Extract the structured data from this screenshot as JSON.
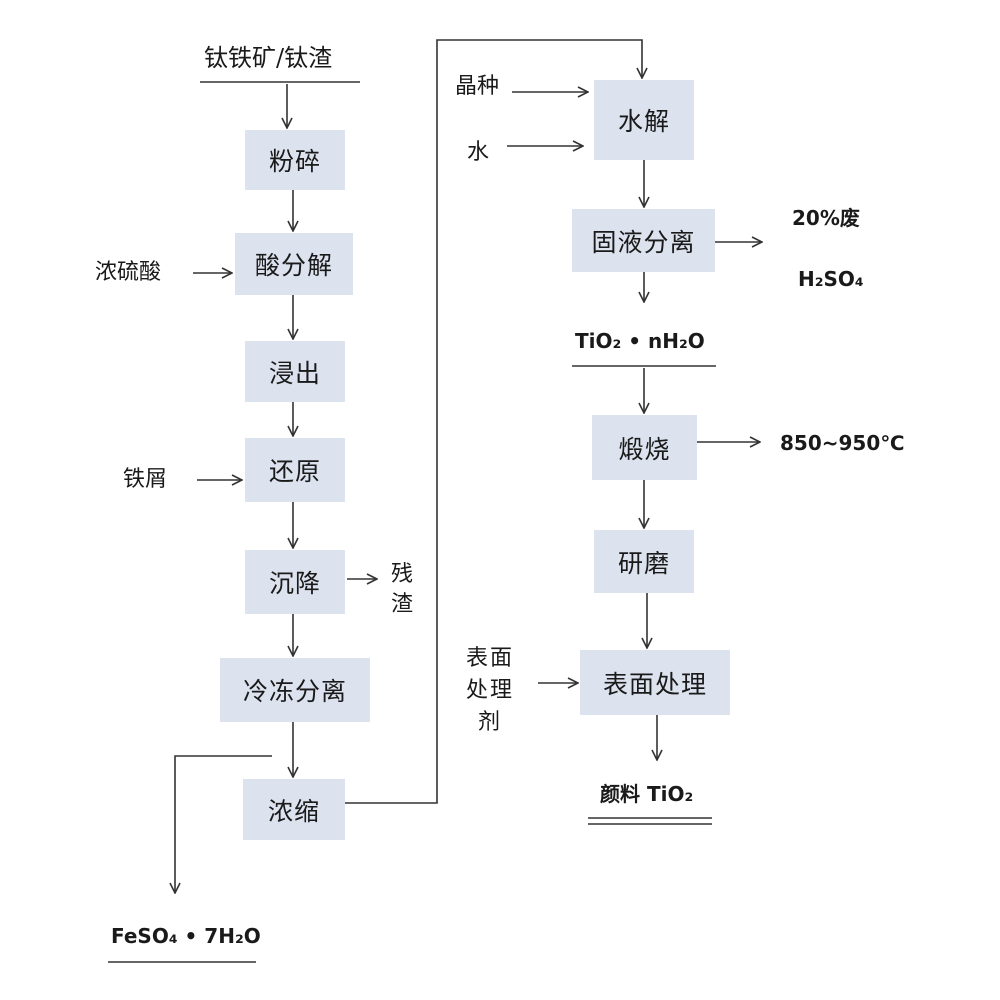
{
  "colors": {
    "box_fill": "#dce3ef",
    "line": "#333333"
  },
  "left_chain": {
    "raw_material": "钛铁矿/钛渣",
    "steps": [
      "粉碎",
      "酸分解",
      "浸出",
      "还原",
      "沉降",
      "冷冻分离",
      "浓缩"
    ],
    "inputs": {
      "acid": "浓硫酸",
      "iron": "铁屑"
    },
    "residue": "残渣",
    "byproduct": "FeSO₄ • 7H₂O"
  },
  "right_chain": {
    "inputs": {
      "seed": "晶种",
      "water": "水",
      "agent": "表面处理剂"
    },
    "steps": [
      "水解",
      "固液分离",
      "煅烧",
      "研磨",
      "表面处理"
    ],
    "waste_acid_line1": "20%废",
    "waste_acid_line2": "H₂SO₄",
    "intermediate": "TiO₂ • nH₂O",
    "calcination_temp": "850~950℃",
    "product": "颜料 TiO₂"
  }
}
